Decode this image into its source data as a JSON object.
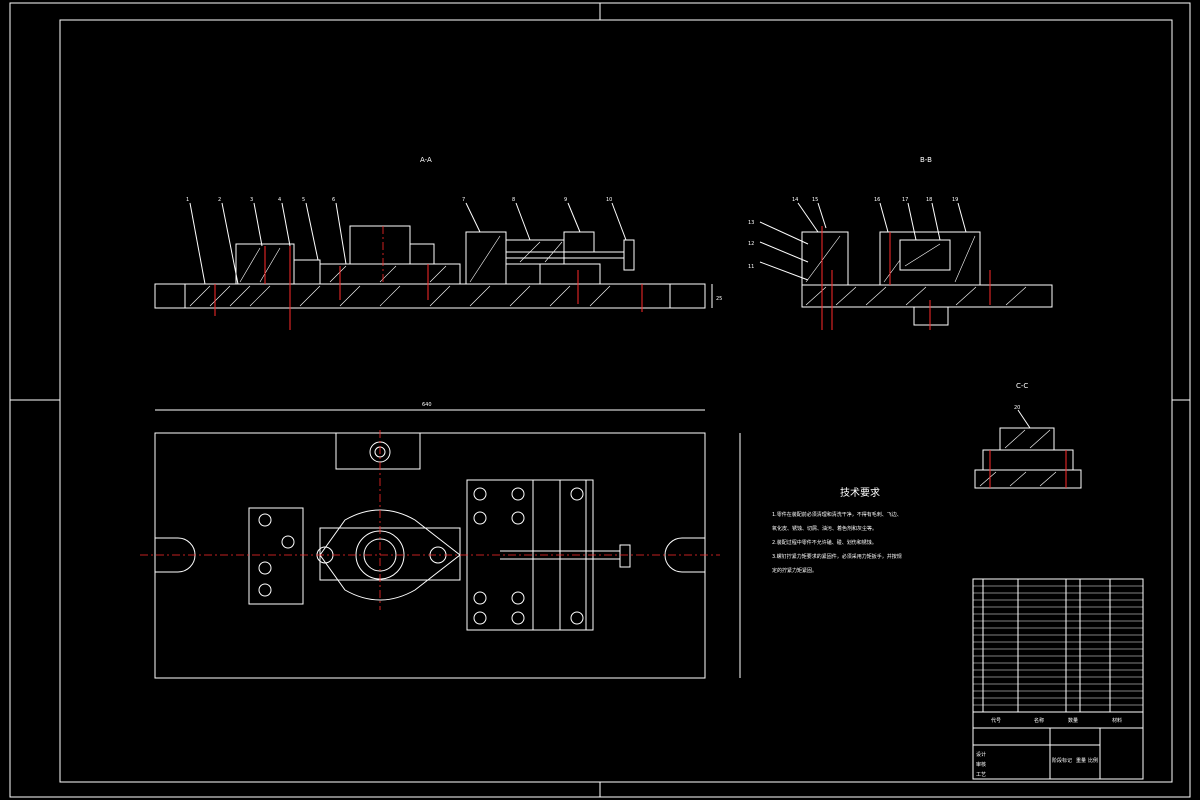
{
  "views": {
    "section_aa": "A-A",
    "section_bb": "B-B",
    "section_cc": "C-C"
  },
  "balloons_aa": [
    "1",
    "2",
    "3",
    "4",
    "5",
    "6",
    "7",
    "8",
    "9",
    "10"
  ],
  "balloons_bb": [
    "11",
    "12",
    "13",
    "14",
    "15",
    "16",
    "17",
    "18",
    "19"
  ],
  "balloon_cc": "20",
  "dimensions": {
    "length": "640",
    "height_aa": "25"
  },
  "tech_req": {
    "title": "技术要求",
    "lines": [
      "1.零件在装配前必须清理和清洗干净，不得有毛刺、飞边、",
      "氧化皮、锈蚀、切屑、油污、着色剂和灰尘等。",
      "2.装配过程中零件不允许磕、碰、划伤和锈蚀。",
      "3.螺钉拧紧力矩要求的紧固件，必须采用力矩扳手，并按规",
      "定的拧紧力矩紧固。"
    ]
  },
  "title_block": {
    "col_code": "代号",
    "col_name": "名称",
    "col_qty": "数量",
    "col_mat": "材料",
    "row_labels": [
      "设计",
      "审核",
      "工艺"
    ],
    "stage_label": "阶段标记",
    "weight_label": "重量",
    "scale_label": "比例"
  },
  "colors": {
    "background": "#000000",
    "lines": "#ffffff",
    "center_lines": "#ff2a2a"
  }
}
